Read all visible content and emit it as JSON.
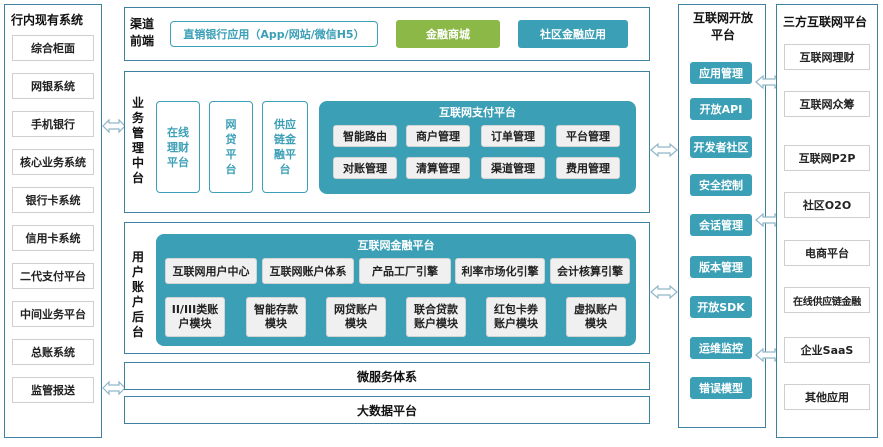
{
  "left": {
    "title": "行内现有系统",
    "items": [
      "综合柜面",
      "网银系统",
      "手机银行",
      "核心业务系统",
      "银行卡系统",
      "信用卡系统",
      "二代支付平台",
      "中间业务平台",
      "总账系统",
      "监管报送"
    ]
  },
  "channel": {
    "title": "渠道前端",
    "items": [
      "直销银行应用（App/网站/微信H5）",
      "金融商城",
      "社区金融应用"
    ]
  },
  "biz": {
    "title": "业务管理中台",
    "side_items": [
      "在线理财平台",
      "网贷平台",
      "供应链金融平台"
    ],
    "pay_title": "互联网支付平台",
    "pay_items": [
      "智能路由",
      "商户管理",
      "订单管理",
      "平台管理",
      "对账管理",
      "清算管理",
      "渠道管理",
      "费用管理"
    ]
  },
  "user": {
    "title": "用户账户后台",
    "fin_title": "互联网金融平台",
    "row1": [
      "互联网用户中心",
      "互联网账户体系",
      "产品工厂引擎",
      "利率市场化引擎",
      "会计核算引擎"
    ],
    "row2": [
      "II/III类账户模块",
      "智能存款模块",
      "网贷账户模块",
      "联合贷款账户模块",
      "红包卡券账户模块",
      "虚拟账户模块"
    ]
  },
  "bottom": {
    "micro": "微服务体系",
    "bigdata": "大数据平台"
  },
  "open": {
    "title": "互联网开放平台",
    "items": [
      "应用管理",
      "开放API",
      "开发者社区",
      "安全控制",
      "会话管理",
      "版本管理",
      "开放SDK",
      "运维监控",
      "错误模型"
    ]
  },
  "third": {
    "title": "三方互联网平台",
    "items": [
      "互联网理财",
      "互联网众筹",
      "互联网P2P",
      "社区O2O",
      "电商平台",
      "在线供应链金融",
      "企业SaaS",
      "其他应用"
    ]
  },
  "colors": {
    "teal": "#3b9fb6",
    "green": "#8cb848",
    "border": "#3f7fa0"
  }
}
